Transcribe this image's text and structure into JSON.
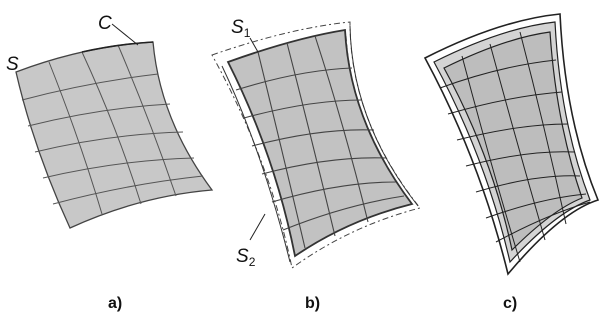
{
  "panel_a": {
    "label_surface": "S",
    "label_curve": "C",
    "caption": "a)"
  },
  "panel_b": {
    "label_s1_letter": "S",
    "label_s1_sub": "1",
    "label_s2_letter": "S",
    "label_s2_sub": "2",
    "caption": "b)"
  },
  "panel_c": {
    "caption": "c)"
  },
  "colors": {
    "surface_fill": "#c8c8c8",
    "grid_line": "#555555",
    "outline": "#333333"
  }
}
